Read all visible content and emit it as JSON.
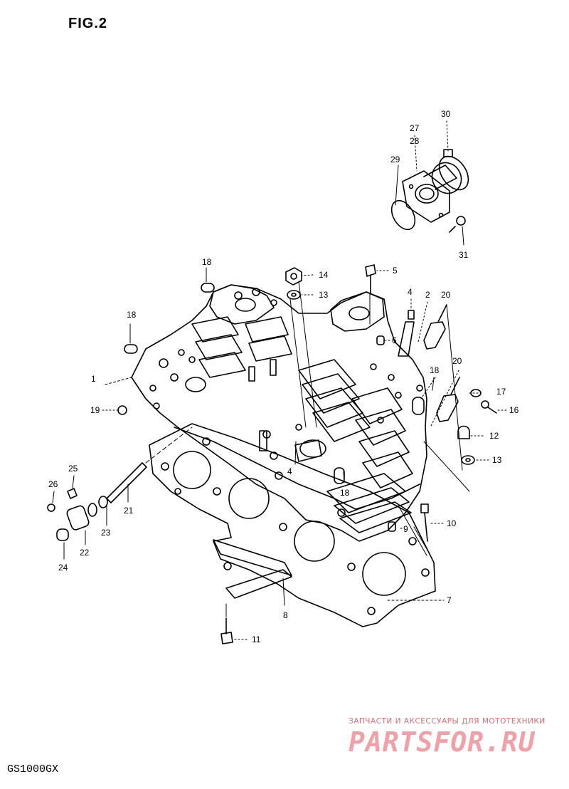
{
  "figure": {
    "title": "FIG.2",
    "model": "GS1000GX"
  },
  "watermark": {
    "tagline": "ЗАПЧАСТИ И АКСЕССУАРЫ ДЛЯ МОТОТЕХНИКИ",
    "logo_text": "PARTSFOR.RU",
    "color": "#e06a72"
  },
  "callouts": {
    "c1": "1",
    "c2": "2",
    "c4a": "4",
    "c4b": "4",
    "c5": "5",
    "c6": "6",
    "c7": "7",
    "c8": "8",
    "c9": "9",
    "c10": "10",
    "c11": "11",
    "c12": "12",
    "c13a": "13",
    "c13b": "13",
    "c14": "14",
    "c16": "16",
    "c17": "17",
    "c18a": "18",
    "c18b": "18",
    "c18c": "18",
    "c18d": "18",
    "c19": "19",
    "c20a": "20",
    "c20b": "20",
    "c21": "21",
    "c22": "22",
    "c23": "23",
    "c24": "24",
    "c25": "25",
    "c26": "26",
    "c27": "27",
    "c28": "28",
    "c29": "29",
    "c30": "30",
    "c31": "31"
  }
}
